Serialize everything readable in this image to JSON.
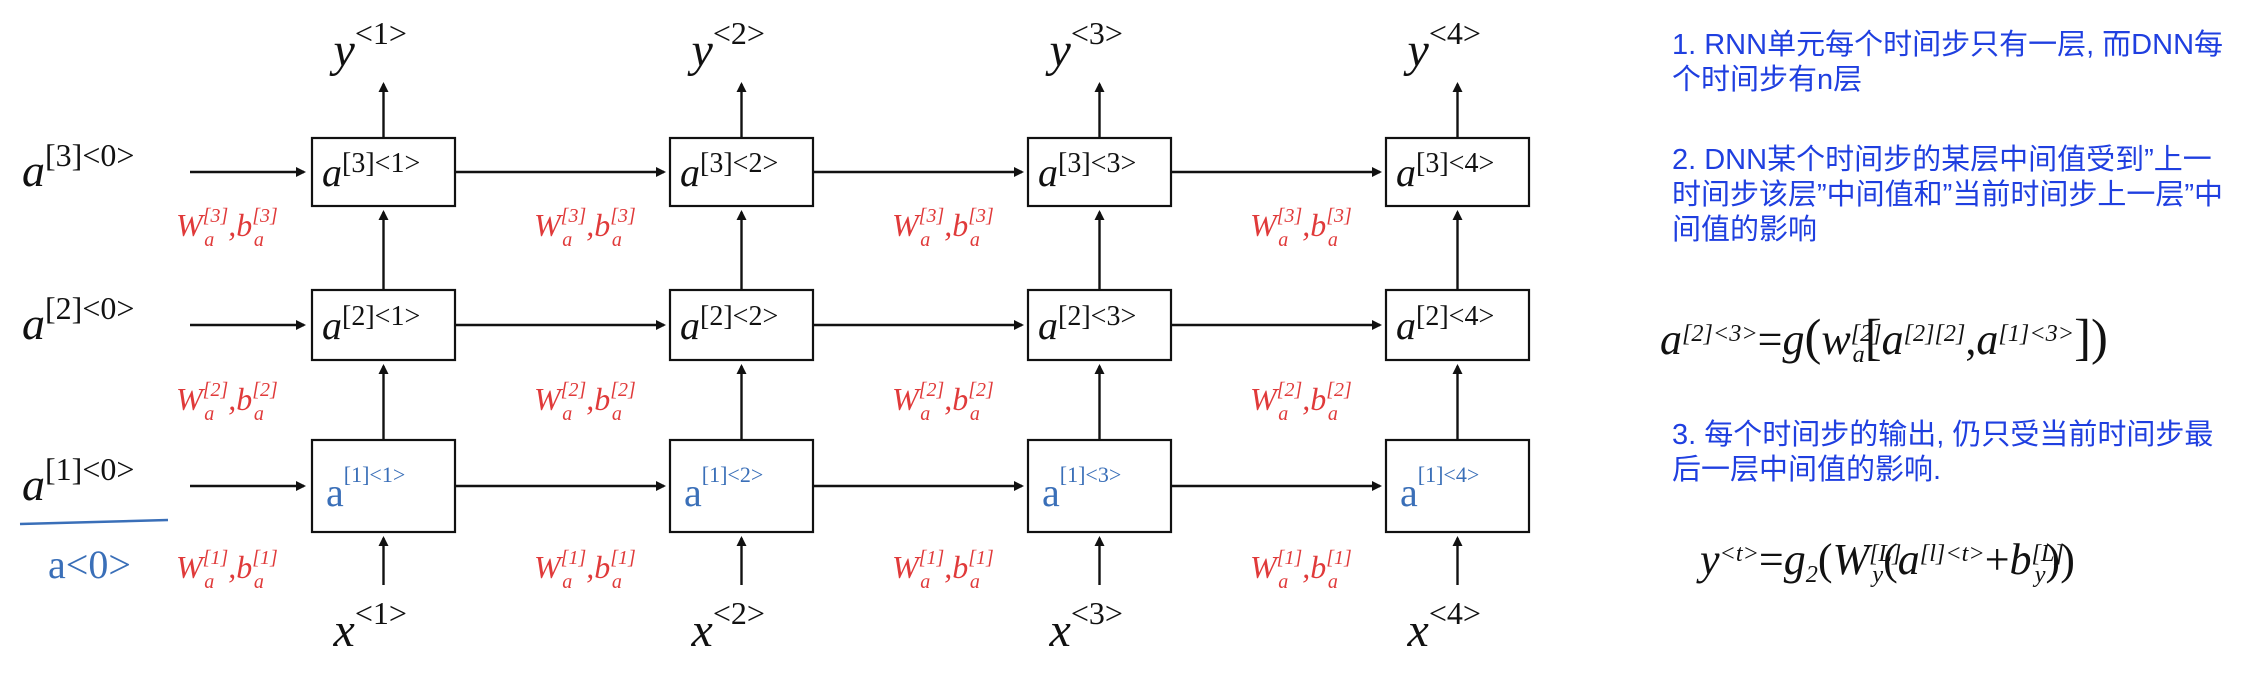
{
  "diagram": {
    "time_steps": [
      "1",
      "2",
      "3",
      "4"
    ],
    "output_label": {
      "base": "y",
      "sup_prefix": "<",
      "sup_suffix": ">"
    },
    "input_label": {
      "base": "x",
      "sup_prefix": "<",
      "sup_suffix": ">"
    },
    "layers": [
      {
        "layer": "3",
        "initial": {
          "base": "a",
          "sup": "[3]<0>"
        },
        "weight": {
          "W": "W",
          "b": "b",
          "sub": "a",
          "sup": "[3]"
        }
      },
      {
        "layer": "2",
        "initial": {
          "base": "a",
          "sup": "[2]<0>"
        },
        "weight": {
          "W": "W",
          "b": "b",
          "sub": "a",
          "sup": "[2]"
        }
      },
      {
        "layer": "1",
        "initial": {
          "base": "a",
          "sup": "[1]<0>"
        },
        "weight": {
          "W": "W",
          "b": "b",
          "sub": "a",
          "sup": "[1]"
        }
      }
    ],
    "cells_layer3": [
      "[3]<1>",
      "[3]<2>",
      "[3]<3>",
      "[3]<4>"
    ],
    "cells_layer2": [
      "[2]<1>",
      "[2]<2>",
      "[2]<3>",
      "[2]<4>"
    ],
    "cells_layer1_handwritten": [
      "[1]<1>",
      "[1]<2>",
      "[1]<3>",
      "[1]<4>"
    ],
    "handwritten_initial": "a<0>"
  },
  "notes": {
    "note1": "1. RNN单元每个时间步只有一层, 而DNN每个时间步有n层",
    "note2": "2. DNN某个时间步的某层中间值受到”上一时间步该层”中间值和”当前时间步上一层”中间值的影响",
    "note3": "3. 每个时间步的输出, 仍只受当前时间步最后一层中间值的影响."
  },
  "formula1": {
    "lhs_base": "a",
    "lhs_sup": "[2]<3>",
    "eq": "=",
    "g": "g",
    "open": "(",
    "w": "w",
    "w_sub": "a",
    "w_sup": "[2]",
    "br_open": "[",
    "a1": "a",
    "a1_sup": "[2][2]",
    "comma": ",",
    "a2": "a",
    "a2_sup": "[1]<3>",
    "br_close": "]",
    "close": ")"
  },
  "formula2": {
    "lhs_base": "y",
    "lhs_sup": "<t>",
    "eq": "=",
    "g": "g",
    "g_sub": "2",
    "open": "(",
    "W": "W",
    "W_sub": "y",
    "W_sup": "[L]",
    "inner_open": "(",
    "a": "a",
    "a_sup": "[l]<t>",
    "plus": "+",
    "b": "b",
    "b_sub": "y",
    "b_sup": "[L]",
    "close": "))"
  },
  "colors": {
    "weights": "#e03a3a",
    "notes": "#1f3fe0",
    "handwriting": "#3a6fb8",
    "ink": "#111111"
  }
}
